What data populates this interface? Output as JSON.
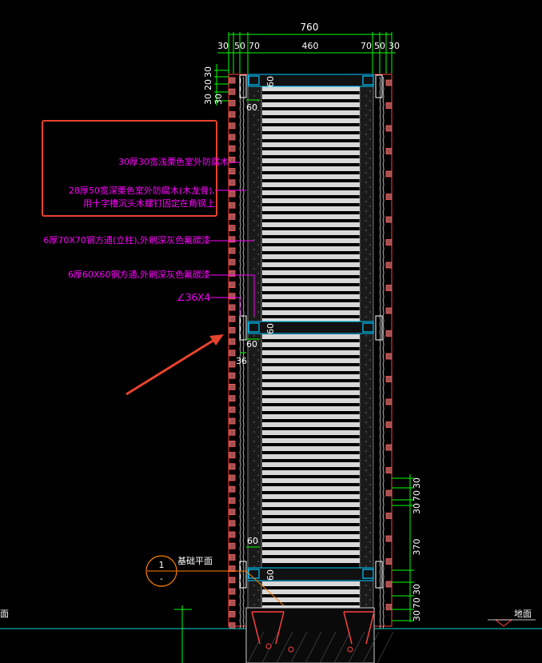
{
  "dimensions": {
    "overall": "760",
    "top_segments": [
      "30",
      "50",
      "70",
      "460",
      "70",
      "50",
      "30"
    ],
    "left_top": [
      "30",
      "20",
      "30",
      "30"
    ],
    "post_label": "60",
    "angle_size": "36",
    "right_top": [
      "30",
      "70",
      "30"
    ],
    "right_mid": "370",
    "right_bottom": [
      "30",
      "70",
      "30"
    ]
  },
  "annotations": {
    "a1": "30厚30宽浅栗色室外防腐木",
    "a2_line1": "28厚50宽深栗色室外防腐木(木龙骨),",
    "a2_line2": "用十字槽沉头木螺钉固定在角钢上",
    "a3": "6厚70X70钢方通(立柱),外刷深灰色氟碳漆",
    "a4": "6厚60X60钢方通,外刷深灰色氟碳漆",
    "a5": "∠36X4",
    "foundation": "基础平面",
    "ground_left": "面",
    "ground_right": "地面"
  },
  "section_marker": {
    "number": "1",
    "sheet": "-"
  },
  "colors": {
    "background": "#000000",
    "dimension": "#00ff00",
    "annotation": "#ff00ff",
    "dim_text": "#ffffff",
    "slat": "#d8d8d8",
    "highlight_box": "#e8432e",
    "arrow": "#e8432e",
    "steel": "#00c8ff",
    "timber_edge": "#ff4040",
    "ground": "#00d0d0",
    "marker": "#ff8000"
  }
}
